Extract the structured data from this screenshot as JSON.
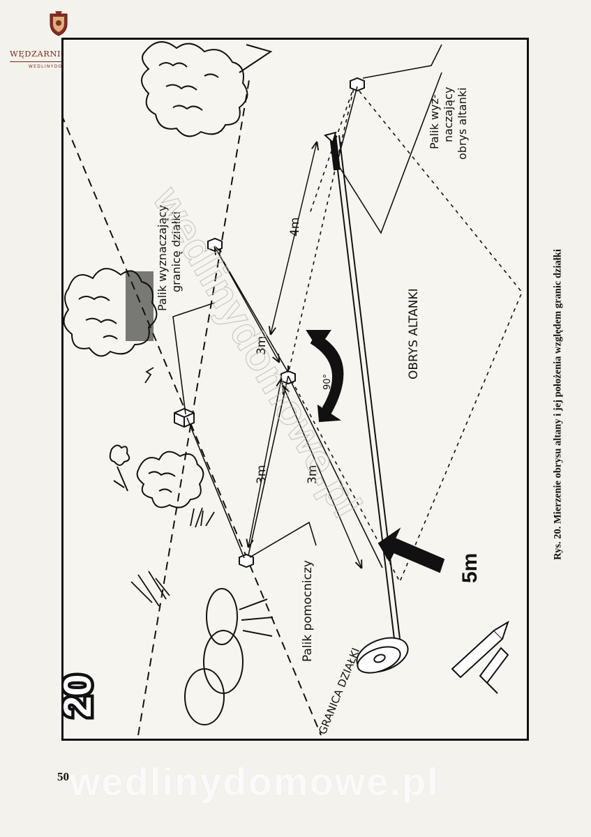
{
  "logo": {
    "brand": "WĘDZARNICZA BRAĆ",
    "url": "WEDLINYDOMOWE.PL"
  },
  "figure": {
    "number": "20",
    "labels": {
      "stake_boundary": [
        "Palik wyznaczający",
        "granicę działki"
      ],
      "stake_gazebo": [
        "Palik wyz-",
        "naczający",
        "obrys altanki"
      ],
      "helper_stake": "Palik pomocniczy",
      "plot_boundary": "GRANICA DZIAŁKI",
      "gazebo_outline": "OBRYS ALTANKI",
      "dim_4m": "4m",
      "dim_3m_top": "3m",
      "dim_3m_left": "3m",
      "dim_3m_right": "3m",
      "dim_5m": "5m",
      "angle": "90°"
    }
  },
  "caption": "Rys. 20. Mierzenie obrysu altany i jej położenia względem granic działki",
  "page_number": "50",
  "watermark": "wedlinydomowe.pl"
}
